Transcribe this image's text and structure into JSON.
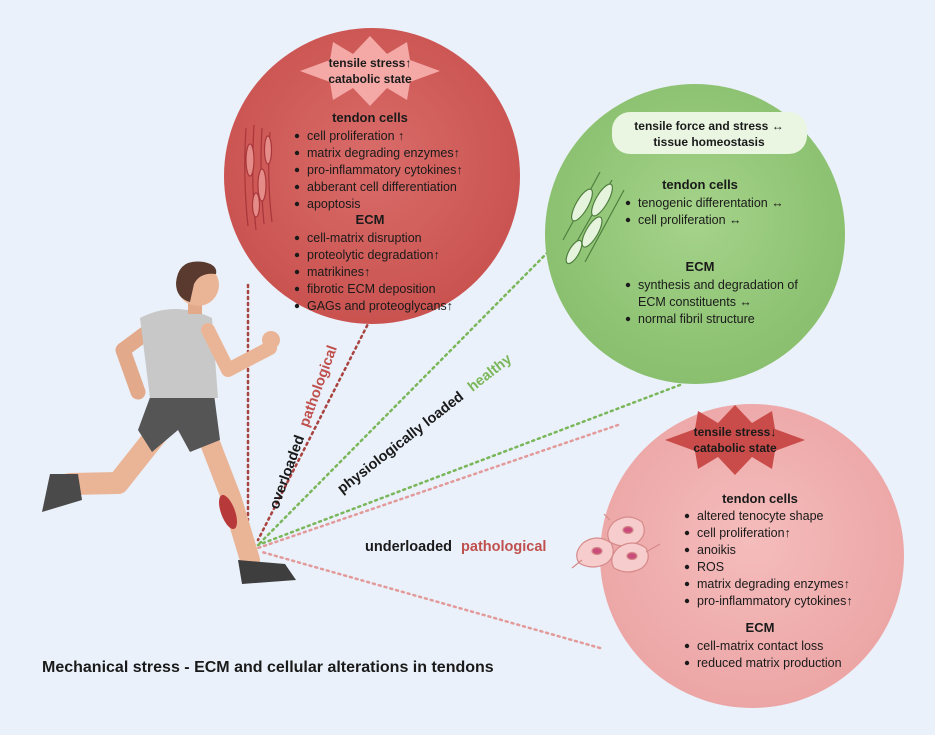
{
  "caption": "Mechanical stress - ECM and cellular alterations in tendons",
  "colors": {
    "background": "#eaf1fa",
    "overloaded_circle": "#cd5b58",
    "healthy_circle": "#93c67a",
    "underloaded_circle": "#eeaaaa",
    "pathological_text": "#c0504d",
    "healthy_text": "#7ab65a"
  },
  "labels": {
    "overloaded": {
      "word": "overloaded",
      "state": "pathological"
    },
    "physiological": {
      "word": "physiologically loaded",
      "state": "healthy"
    },
    "underloaded": {
      "word": "underloaded",
      "state": "pathological"
    }
  },
  "overloaded": {
    "badge": [
      "tensile stress↑",
      "catabolic state"
    ],
    "cells_header": "tendon cells",
    "cells_items": [
      "cell proliferation ↑",
      "matrix degrading enzymes↑",
      "pro-inflammatory cytokines↑",
      "abberant cell differentiation",
      "apoptosis"
    ],
    "ecm_header": "ECM",
    "ecm_items": [
      "cell-matrix disruption",
      "proteolytic degradation↑",
      "matrikines↑",
      "fibrotic ECM deposition",
      "GAGs and proteoglycans↑"
    ]
  },
  "healthy": {
    "badge": [
      "tensile force and stress ↔",
      "tissue homeostasis"
    ],
    "cells_header": "tendon cells",
    "cells_items": [
      "tenogenic differentation ↔",
      "cell proliferation ↔"
    ],
    "ecm_header": "ECM",
    "ecm_items": [
      "synthesis and degradation of",
      "ECM constituents ↔",
      "normal fibril structure"
    ]
  },
  "underloaded": {
    "badge": [
      "tensile stress↓",
      "catabolic state"
    ],
    "cells_header": "tendon cells",
    "cells_items": [
      "altered tenocyte shape",
      "cell proliferation↑",
      "anoikis",
      "ROS",
      "matrix degrading enzymes↑",
      "pro-inflammatory cytokines↑"
    ],
    "ecm_header": "ECM",
    "ecm_items": [
      "cell-matrix contact loss",
      "reduced matrix production"
    ]
  }
}
